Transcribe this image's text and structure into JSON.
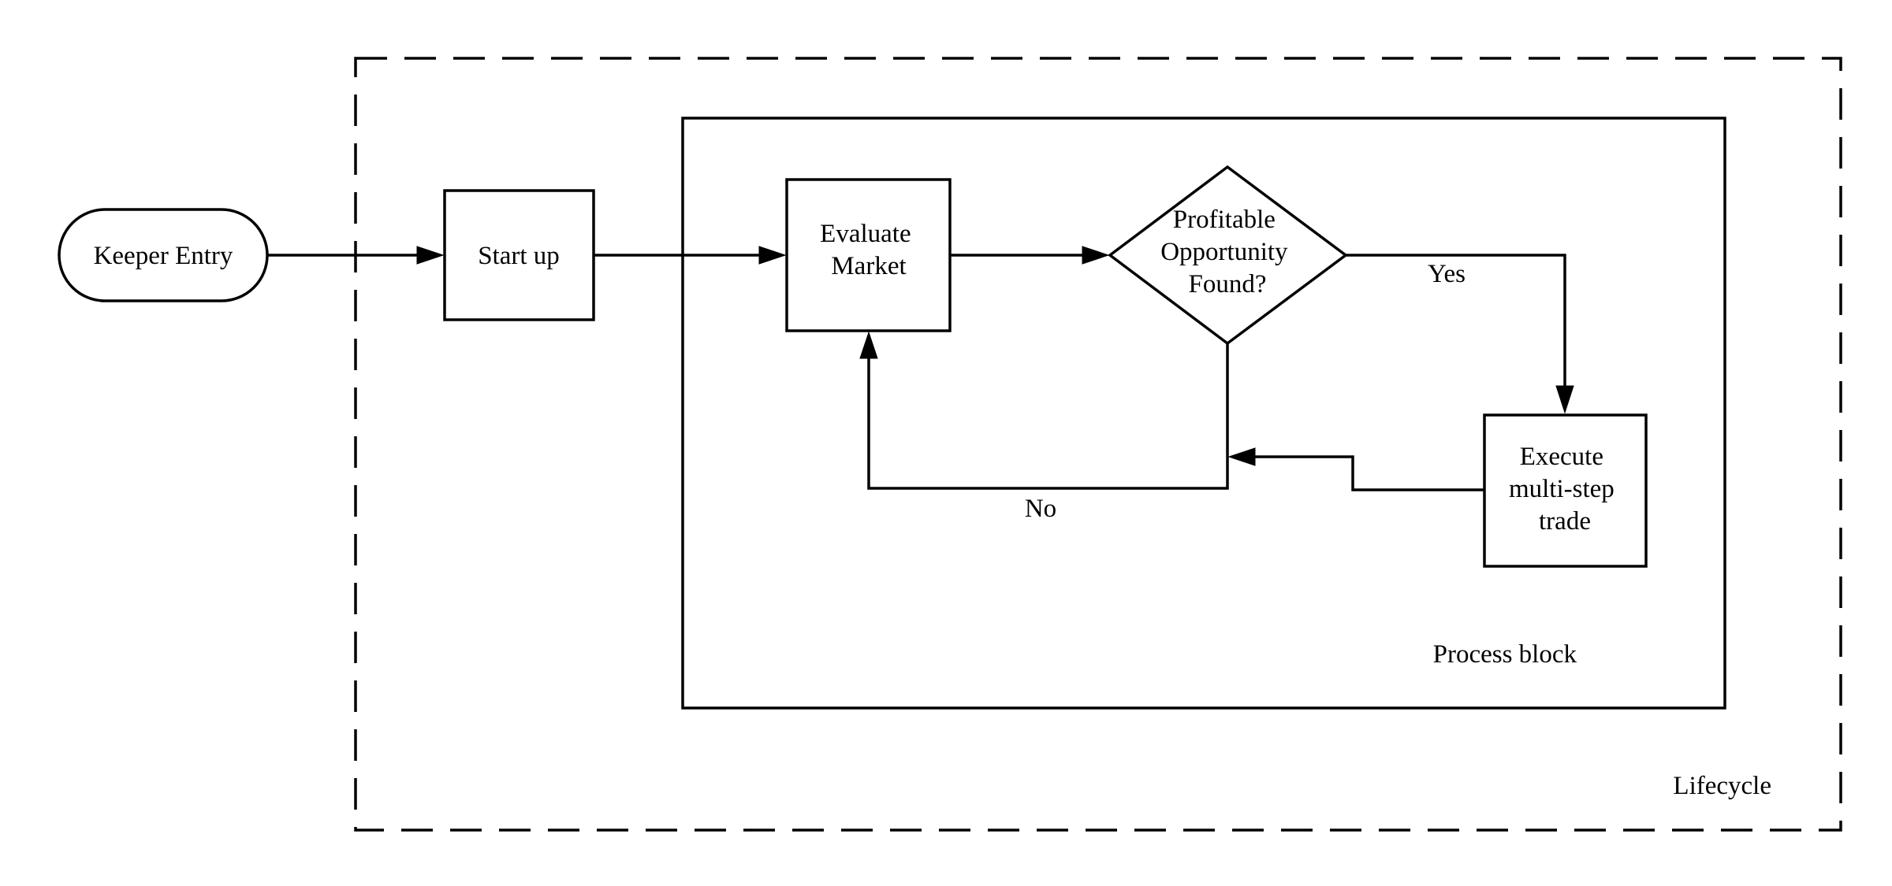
{
  "containers": {
    "lifecycle": {
      "label": "Lifecycle"
    },
    "process_block": {
      "label": "Process block"
    }
  },
  "nodes": {
    "keeper_entry": {
      "label": "Keeper Entry",
      "shape": "terminal"
    },
    "start_up": {
      "label": "Start up",
      "shape": "process"
    },
    "evaluate_market": {
      "label_lines": [
        "Evaluate",
        "Market"
      ],
      "shape": "process"
    },
    "decision": {
      "label_lines": [
        "Profitable",
        "Opportunity",
        "Found?"
      ],
      "shape": "decision"
    },
    "execute_trade": {
      "label_lines": [
        "Execute",
        "multi-step",
        "trade"
      ],
      "shape": "process"
    }
  },
  "edges": {
    "entry_to_startup": {
      "from": "Keeper Entry",
      "to": "Start up"
    },
    "startup_to_evaluate": {
      "from": "Start up",
      "to": "Evaluate Market"
    },
    "evaluate_to_decision": {
      "from": "Evaluate Market",
      "to": "Profitable Opportunity Found?"
    },
    "decision_yes": {
      "from": "Profitable Opportunity Found?",
      "to": "Execute multi-step trade",
      "label": "Yes"
    },
    "decision_no": {
      "from": "Profitable Opportunity Found?",
      "to": "Evaluate Market",
      "label": "No"
    },
    "execute_back": {
      "from": "Execute multi-step trade",
      "to": "No loop"
    }
  },
  "colors": {
    "stroke": "#000000",
    "background": "#ffffff"
  }
}
